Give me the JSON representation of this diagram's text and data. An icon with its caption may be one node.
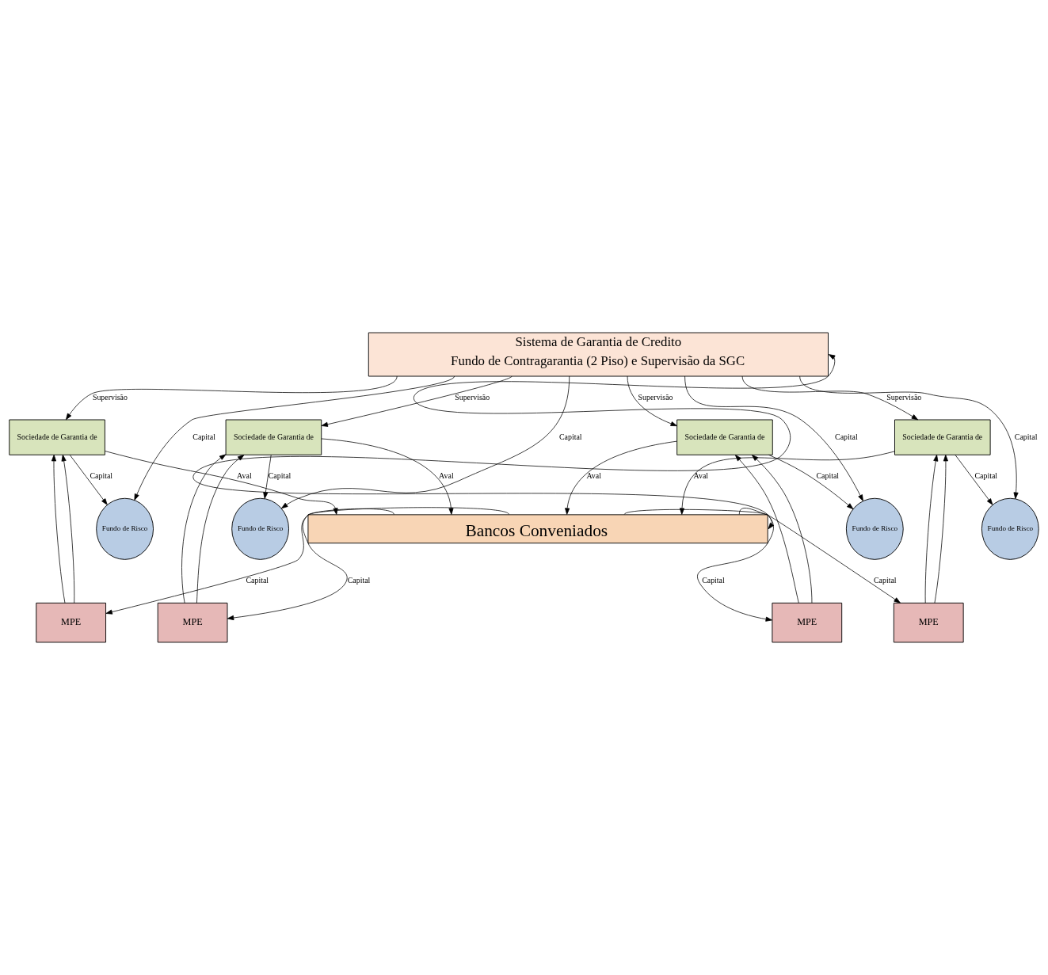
{
  "diagram": {
    "nodes": [
      {
        "text": [
          "Sistema de Garantia de Credito",
          "Fundo de Contragarantia (2 Piso) e Supervisão da SGC"
        ]
      },
      {
        "text": [
          "Fundo de Risco"
        ]
      },
      {
        "text": [
          "Fundo de Risco"
        ]
      },
      {
        "text": [
          "Fundo de Risco"
        ]
      },
      {
        "text": [
          "Fundo de Risco"
        ]
      },
      {
        "text": [
          "Sociedade de Garantia de"
        ]
      },
      {
        "text": [
          "Sociedade de Garantia de"
        ]
      },
      {
        "text": [
          "Sociedade de Garantia de"
        ]
      },
      {
        "text": [
          "Sociedade de Garantia de"
        ]
      },
      {
        "text": [
          "MPE"
        ]
      },
      {
        "text": [
          "MPE"
        ]
      },
      {
        "text": [
          "MPE"
        ]
      },
      {
        "text": [
          "MPE"
        ]
      },
      {
        "text": [
          "Bancos Conveniados"
        ]
      }
    ],
    "edges": [
      {
        "from": 0,
        "to": 5,
        "arrow": "to",
        "label": "Supervisão"
      },
      {
        "from": 0,
        "to": 1,
        "arrow": "to",
        "label": "Capital"
      },
      {
        "from": 0,
        "to": 6,
        "arrow": "to",
        "label": "Supervisão"
      },
      {
        "from": 0,
        "to": 2,
        "arrow": "to",
        "label": "Capital"
      },
      {
        "from": 0,
        "to": 7,
        "arrow": "to",
        "label": "Supervisão"
      },
      {
        "from": 0,
        "to": 3,
        "arrow": "to",
        "label": "Capital"
      },
      {
        "from": 0,
        "to": 8,
        "arrow": "to",
        "label": "Supervisão"
      },
      {
        "from": 0,
        "to": 4,
        "arrow": "to",
        "label": "Capital"
      },
      {
        "from": 0,
        "to": 13,
        "arrow": "both"
      },
      {
        "from": 5,
        "to": 1,
        "arrow": "to",
        "label": "Capital"
      },
      {
        "from": 6,
        "to": 2,
        "arrow": "to",
        "label": "Capital"
      },
      {
        "from": 7,
        "to": 3,
        "arrow": "to",
        "label": "Capital"
      },
      {
        "from": 8,
        "to": 4,
        "arrow": "to",
        "label": "Capital"
      },
      {
        "from": 9,
        "to": 5,
        "arrow": "to"
      },
      {
        "from": 9,
        "to": 5,
        "arrow": "to"
      },
      {
        "from": 10,
        "to": 6,
        "arrow": "to"
      },
      {
        "from": 10,
        "to": 6,
        "arrow": "to"
      },
      {
        "from": 11,
        "to": 7,
        "arrow": "to"
      },
      {
        "from": 11,
        "to": 7,
        "arrow": "to"
      },
      {
        "from": 12,
        "to": 8,
        "arrow": "to"
      },
      {
        "from": 12,
        "to": 8,
        "arrow": "to"
      },
      {
        "from": 5,
        "to": 13,
        "arrow": "to",
        "label": "Aval"
      },
      {
        "from": 13,
        "to": 9,
        "arrow": "to",
        "label": "Capital"
      },
      {
        "from": 6,
        "to": 13,
        "arrow": "to",
        "label": "Aval"
      },
      {
        "from": 13,
        "to": 10,
        "arrow": "to",
        "label": "Capital"
      },
      {
        "from": 7,
        "to": 13,
        "arrow": "to",
        "label": "Aval"
      },
      {
        "from": 13,
        "to": 11,
        "arrow": "to",
        "label": "Capital"
      },
      {
        "from": 8,
        "to": 13,
        "arrow": "to",
        "label": "Aval"
      },
      {
        "from": 13,
        "to": 12,
        "arrow": "to",
        "label": "Capital"
      }
    ]
  }
}
